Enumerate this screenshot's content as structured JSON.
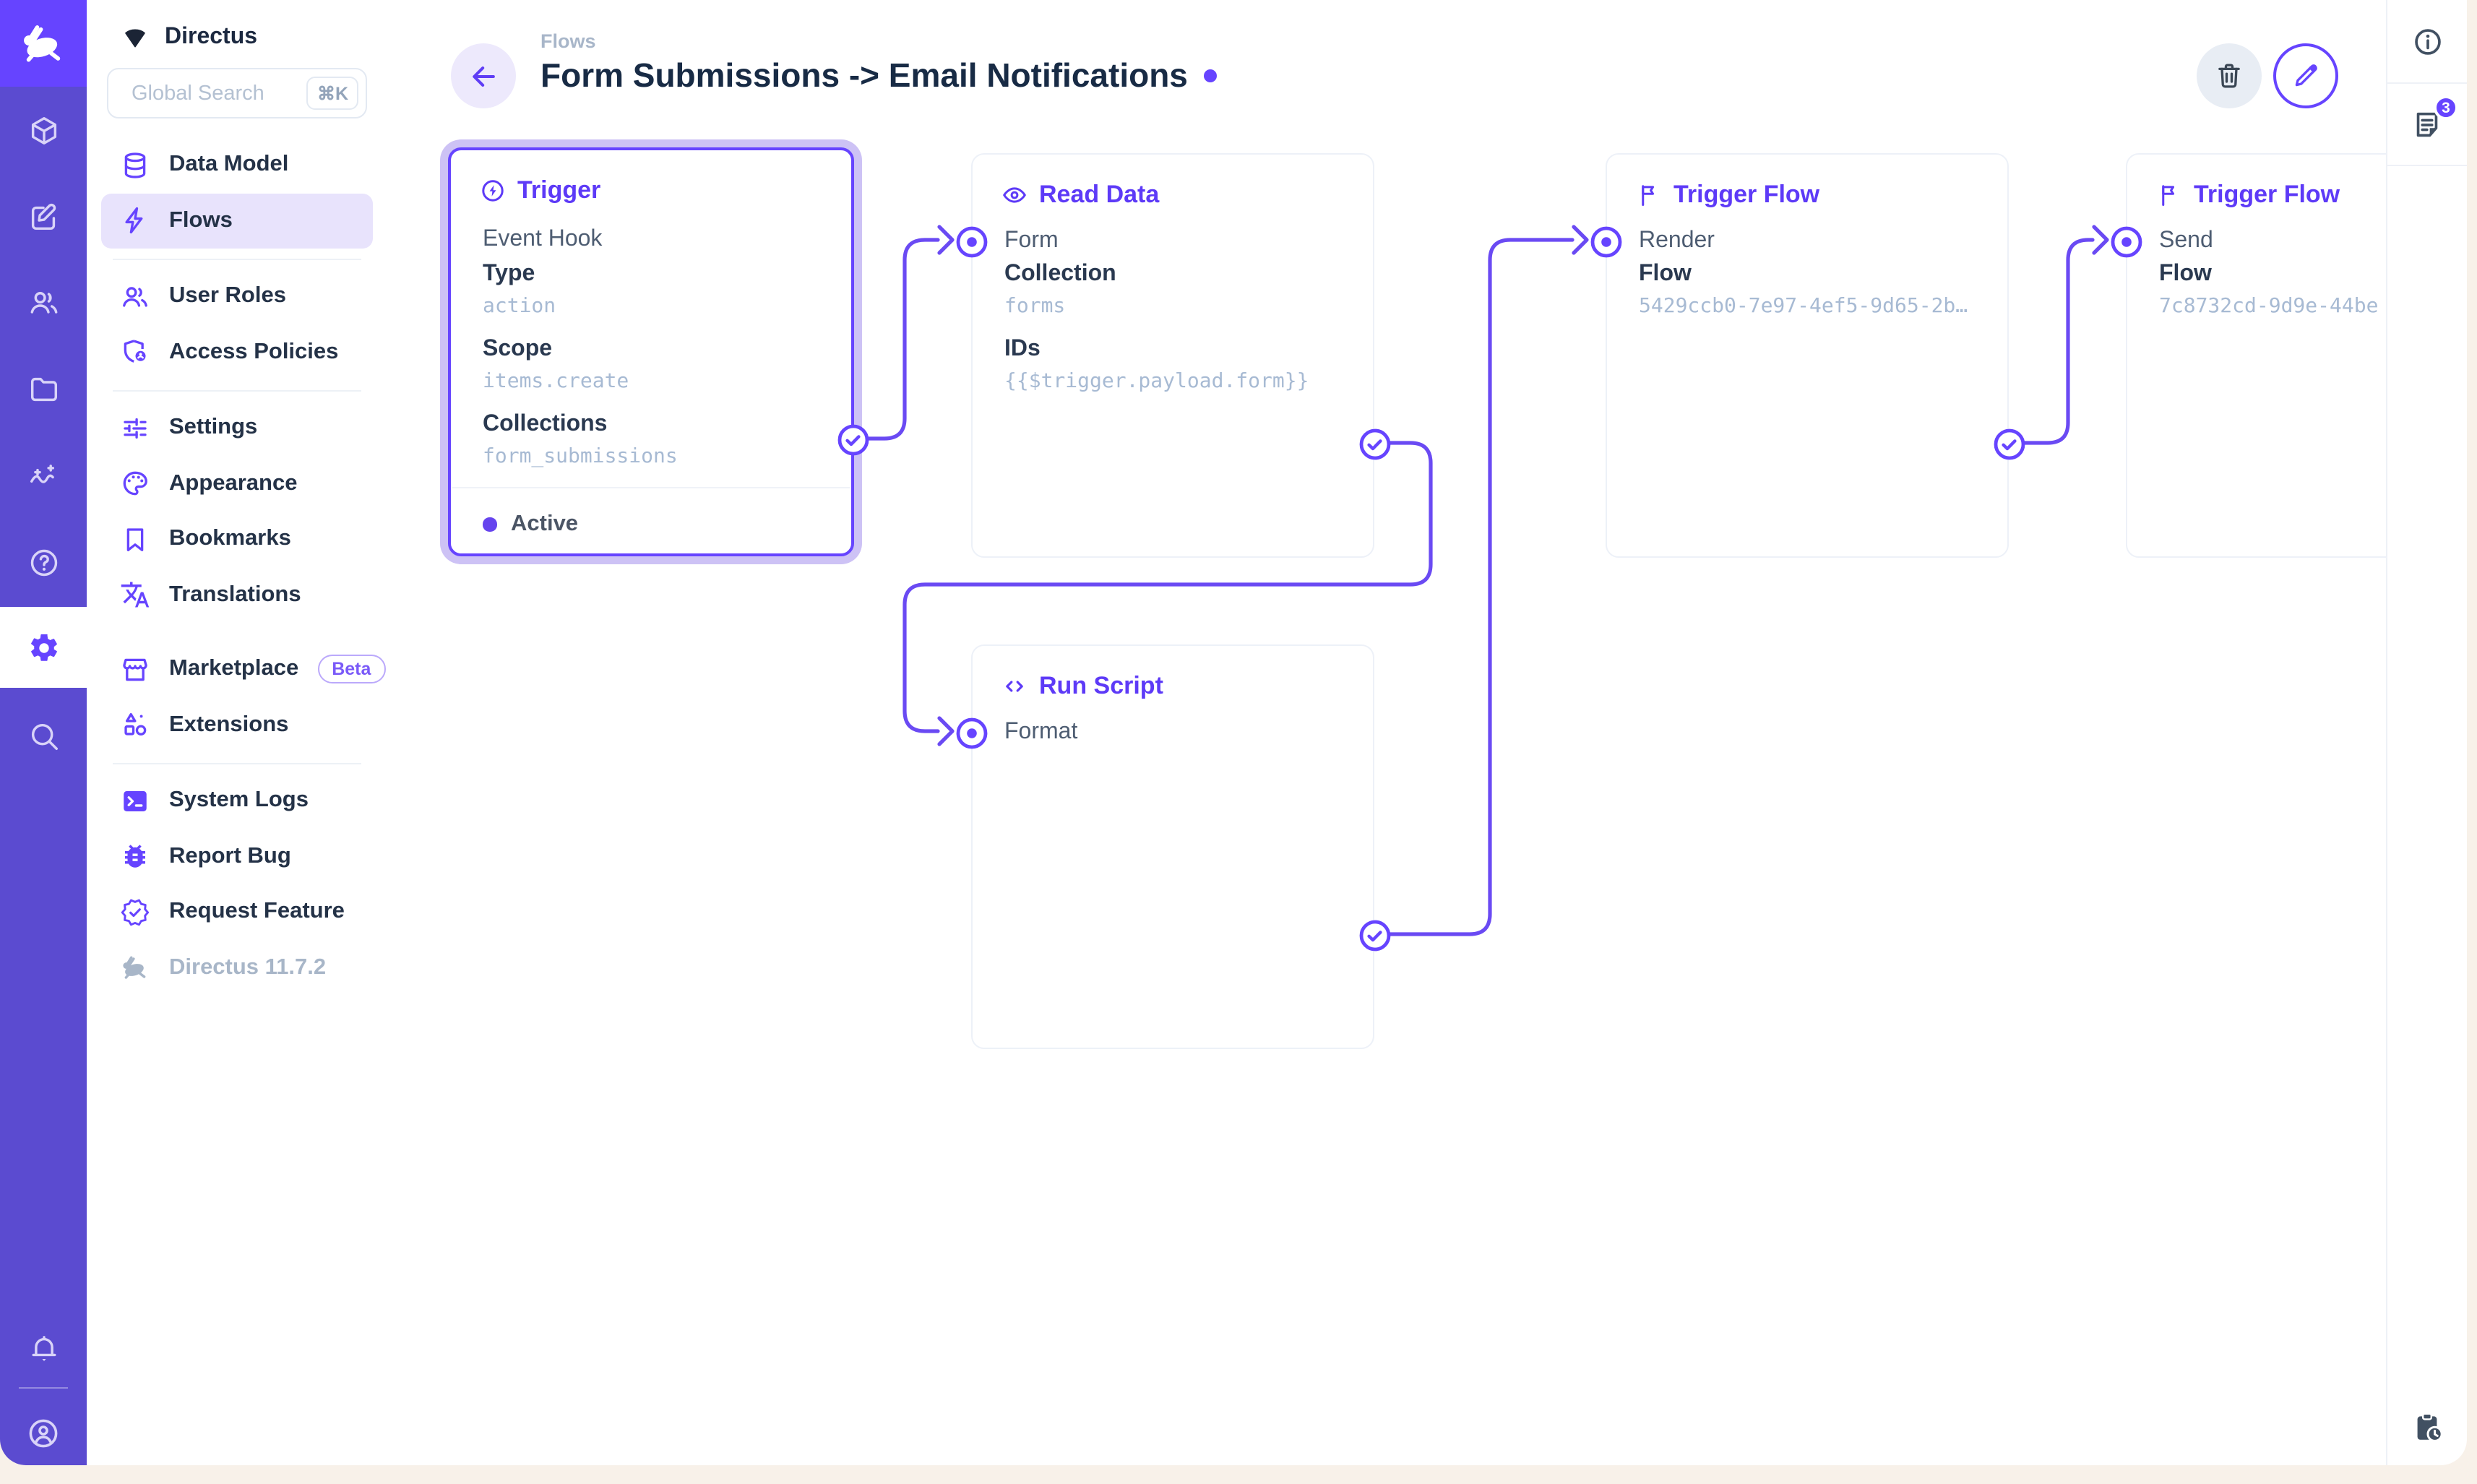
{
  "app": {
    "project_name": "Directus"
  },
  "module_bar": {
    "modules": [
      "content-cube",
      "editor-pencil",
      "users",
      "files-folder",
      "insights",
      "help",
      "settings",
      "search"
    ],
    "bottom": [
      "notifications-bell",
      "user-avatar"
    ],
    "accent": "#6644FF"
  },
  "sidebar": {
    "search": {
      "placeholder": "Global Search",
      "shortcut": "⌘K"
    },
    "items": [
      {
        "label": "Data Model",
        "icon": "database"
      },
      {
        "label": "Flows",
        "icon": "bolt",
        "active": true
      },
      {
        "label": "User Roles",
        "icon": "people"
      },
      {
        "label": "Access Policies",
        "icon": "shield-user"
      },
      {
        "label": "Settings",
        "icon": "sliders"
      },
      {
        "label": "Appearance",
        "icon": "palette"
      },
      {
        "label": "Bookmarks",
        "icon": "bookmark"
      },
      {
        "label": "Translations",
        "icon": "translate"
      },
      {
        "label": "Marketplace",
        "icon": "storefront",
        "badge": "Beta"
      },
      {
        "label": "Extensions",
        "icon": "shapes"
      },
      {
        "label": "System Logs",
        "icon": "terminal"
      },
      {
        "label": "Report Bug",
        "icon": "bug"
      },
      {
        "label": "Request Feature",
        "icon": "badge-check"
      }
    ],
    "version": "Directus 11.7.2"
  },
  "header": {
    "breadcrumb": "Flows",
    "title": "Form Submissions -> Email Notifications"
  },
  "flow": {
    "status_color": "#6644EE",
    "line_color": "#6A4AF3",
    "nodes": {
      "trigger": {
        "title": "Trigger",
        "kind": "Event Hook",
        "fields": [
          {
            "label": "Type",
            "value": "action"
          },
          {
            "label": "Scope",
            "value": "items.create"
          },
          {
            "label": "Collections",
            "value": "form_submissions"
          }
        ],
        "status": "Active"
      },
      "read_data": {
        "title": "Read Data",
        "input_label": "Form",
        "fields": [
          {
            "label": "Collection",
            "value": "forms"
          },
          {
            "label": "IDs",
            "value": "{{$trigger.payload.form}}"
          }
        ]
      },
      "run_script": {
        "title": "Run Script",
        "input_label": "Format"
      },
      "trigger_flow_render": {
        "title": "Trigger Flow",
        "input_label": "Render",
        "fields": [
          {
            "label": "Flow",
            "value": "5429ccb0-7e97-4ef5-9d65-2b…"
          }
        ]
      },
      "trigger_flow_send": {
        "title": "Trigger Flow",
        "input_label": "Send",
        "fields": [
          {
            "label": "Flow",
            "value": "7c8732cd-9d9e-44be"
          }
        ]
      }
    }
  },
  "right_panel": {
    "notices_badge": "3"
  }
}
